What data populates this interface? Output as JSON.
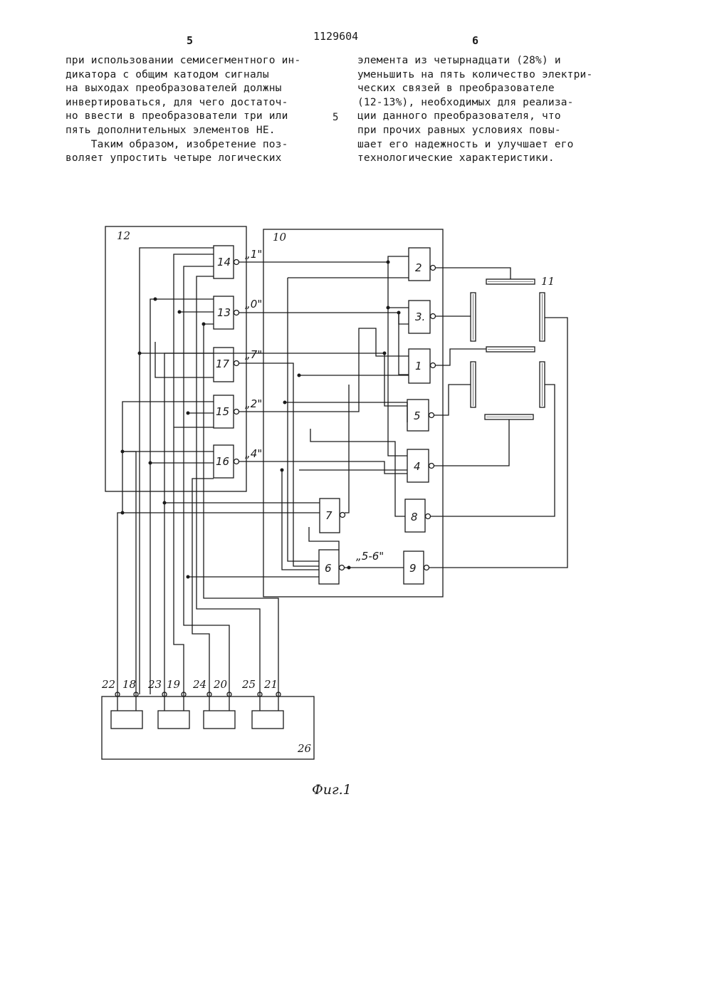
{
  "header": {
    "page_left": "5",
    "doc_number": "1129604",
    "page_right": "6",
    "line_marker": "5"
  },
  "left_column": [
    "при использовании семисегментного ин-",
    "дикатора с общим катодом сигналы",
    "на выходах преобразователей должны",
    "инвертироваться, для чего достаточ-",
    "но ввести в преобразователи три или",
    "пять дополнительных элементов НЕ.",
    "    Таким образом, изобретение поз-",
    "воляет упростить четыре логических"
  ],
  "right_column": [
    "элемента из четырнадцати (28%) и",
    "уменьшить на пять количество электри-",
    "ческих связей в преобразователе",
    "(12-13%), необходимых для реализа-",
    "ции данного преобразователя, что",
    "при прочих равных условиях повы-",
    "шает его надежность и улучшает его",
    "технологические характеристики."
  ],
  "figure": {
    "caption": "Фиг.1",
    "block_labels": {
      "b12": "12",
      "b10": "10",
      "b11": "11",
      "b26": "26",
      "g14": "14",
      "g13": "13",
      "g17": "17",
      "g15": "15",
      "g16": "16",
      "g2": "2",
      "g3": "3.",
      "g1": "1",
      "g5": "5",
      "g4": "4",
      "g8": "8",
      "g9": "9",
      "g7": "7",
      "g6": "6"
    },
    "signal_labels": {
      "s1": "„1\"",
      "s0": "„0\"",
      "s7": "„7\"",
      "s2": "„2\"",
      "s4": "„4\"",
      "s56": "„5-6\""
    },
    "terminal_labels": {
      "t22": "22",
      "t18": "18",
      "t23": "23",
      "t19": "19",
      "t24": "24",
      "t20": "20",
      "t25": "25",
      "t21": "21"
    }
  }
}
